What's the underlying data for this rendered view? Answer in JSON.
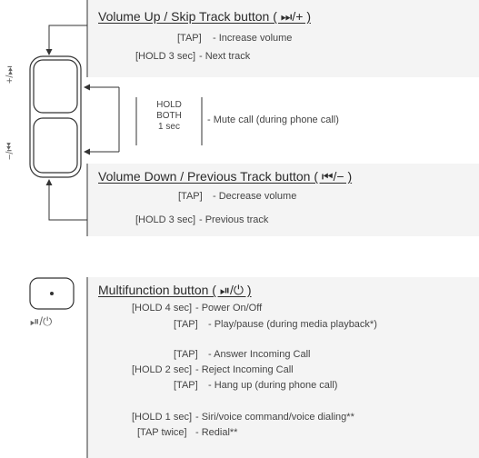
{
  "volume_section": {
    "up_title": "Volume Up / Skip Track button ( ⏭/+ )",
    "up_rows": [
      {
        "key": "[TAP]",
        "desc": "- Increase volume"
      },
      {
        "key": "[HOLD 3 sec]",
        "desc": "- Next track"
      }
    ],
    "mute": {
      "hold_lines": [
        "HOLD",
        "BOTH",
        "1 sec"
      ],
      "desc": "- Mute call (during phone call)"
    },
    "down_title": "Volume Down / Previous Track button ( ⏮/− )",
    "down_rows": [
      {
        "key": "[TAP]",
        "desc": "- Decrease volume"
      },
      {
        "key": "[HOLD 3 sec]",
        "desc": "- Previous track"
      }
    ],
    "side_label_up": "+/⏭",
    "side_label_down": "−/⏮"
  },
  "multifunction_section": {
    "title": "Multifunction button ( ⏯/⏻ )",
    "icon_label": "⏯/⏻",
    "rows": [
      {
        "key": "[HOLD 4 sec]",
        "desc": "- Power On/Off"
      },
      {
        "key": "[TAP]",
        "desc": "- Play/pause (during media playback*)"
      },
      {
        "key": "[TAP]",
        "desc": "- Answer Incoming Call"
      },
      {
        "key": "[HOLD 2 sec]",
        "desc": "- Reject Incoming Call"
      },
      {
        "key": "[TAP]",
        "desc": "- Hang up (during phone call)"
      },
      {
        "key": "[HOLD 1 sec]",
        "desc": "- Siri/voice command/voice dialing**"
      },
      {
        "key": "[TAP twice]",
        "desc": "- Redial**"
      }
    ]
  },
  "colors": {
    "panel_bg": "#f4f4f4",
    "line": "#333333",
    "text": "#444444"
  }
}
